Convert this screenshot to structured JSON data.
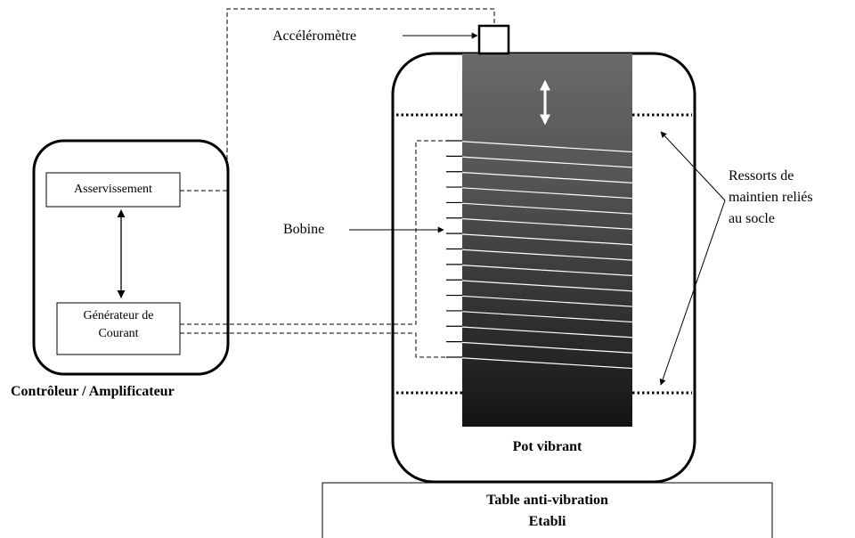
{
  "controller": {
    "title": "Contrôleur / Amplificateur",
    "asservissement": "Asservissement",
    "generateur_line1": "Générateur de",
    "generateur_line2": "Courant"
  },
  "shaker": {
    "title": "Pot vibrant",
    "accelerometre": "Accéléromètre",
    "bobine": "Bobine",
    "ressorts_line1": "Ressorts de",
    "ressorts_line2": "maintien  reliés",
    "ressorts_line3": "au socle"
  },
  "base": {
    "line1": "Table anti-vibration",
    "line2": "Etabli"
  }
}
